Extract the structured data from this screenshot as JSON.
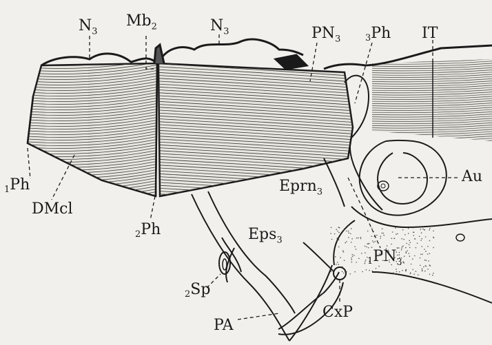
{
  "figure": {
    "style": "black ink line drawing on pale paper",
    "colors": {
      "paper": "#f1f0ec",
      "ink": "#1a1a1a",
      "stipple": "#555555"
    },
    "labels": {
      "n3_left": {
        "main": "N",
        "sub": "3"
      },
      "mb2": {
        "main": "Mb",
        "sub": "2"
      },
      "n3_mid": {
        "main": "N",
        "sub": "3"
      },
      "pn3_top": {
        "main": "PN",
        "sub": "3"
      },
      "ph3": {
        "pre": "3",
        "main": "Ph"
      },
      "it": {
        "main": "IT"
      },
      "ph1": {
        "pre": "1",
        "main": "Ph"
      },
      "dmcl": {
        "main": "DMcl"
      },
      "ph2": {
        "pre": "2",
        "main": "Ph"
      },
      "eprn3": {
        "main": "Eprn",
        "sub": "3"
      },
      "au": {
        "main": "Au"
      },
      "eps3": {
        "main": "Eps",
        "sub": "3"
      },
      "pn3_low": {
        "pre": "1",
        "main": "PN",
        "sub": "3"
      },
      "sp2": {
        "pre": "2",
        "main": "Sp"
      },
      "pa": {
        "main": "PA"
      },
      "cxp": {
        "main": "CxP"
      }
    }
  }
}
